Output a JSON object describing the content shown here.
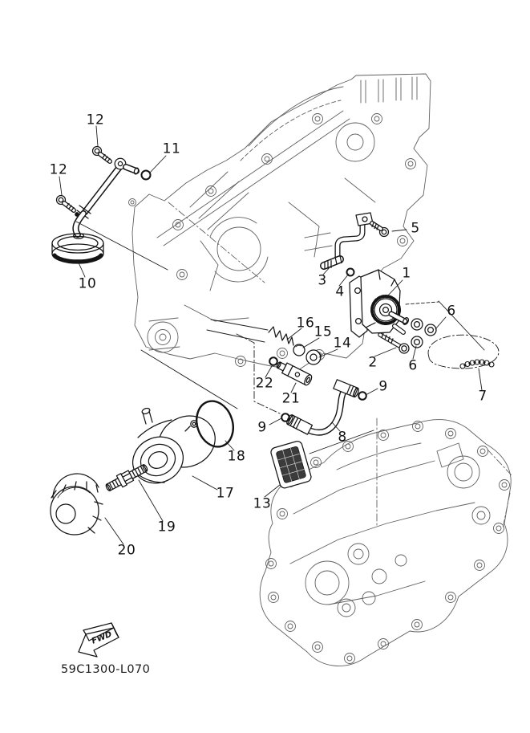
{
  "diagram": {
    "code": "59C1300-L070",
    "fwd_label": "FWD",
    "type": "exploded-parts-diagram",
    "subject": "engine oil pump / oil cooler group"
  },
  "colors": {
    "background": "#ffffff",
    "part_line": "#141414",
    "ghost_line": "#606060",
    "label_text": "#111111",
    "mesh_fill": "#3b3b3b"
  },
  "callouts": [
    {
      "ref": "bolt-strainer-upper",
      "label": "12"
    },
    {
      "ref": "oring-strainer-pipe",
      "label": "11"
    },
    {
      "ref": "bolt-strainer-lower",
      "label": "12"
    },
    {
      "ref": "oil-strainer",
      "label": "10"
    },
    {
      "ref": "stay-bolt",
      "label": "5"
    },
    {
      "ref": "oil-pipe-upper",
      "label": "3"
    },
    {
      "ref": "oring-pipe-upper",
      "label": "4"
    },
    {
      "ref": "oil-pump-assembly",
      "label": "1"
    },
    {
      "ref": "seal-washer-right",
      "label": "6"
    },
    {
      "ref": "relief-spring",
      "label": "16"
    },
    {
      "ref": "relief-ball",
      "label": "15"
    },
    {
      "ref": "valve-seat",
      "label": "14"
    },
    {
      "ref": "pump-bolt",
      "label": "2"
    },
    {
      "ref": "seal-washer-lower",
      "label": "6"
    },
    {
      "ref": "oring-valve",
      "label": "22"
    },
    {
      "ref": "relief-valve-body",
      "label": "21"
    },
    {
      "ref": "oring-pipe8-upper",
      "label": "9"
    },
    {
      "ref": "pump-chain",
      "label": "7"
    },
    {
      "ref": "oring-pipe8-lower",
      "label": "9"
    },
    {
      "ref": "oil-pipe-lower",
      "label": "8"
    },
    {
      "ref": "oring-cooler",
      "label": "18"
    },
    {
      "ref": "oil-cooler",
      "label": "17"
    },
    {
      "ref": "strainer-screen",
      "label": "13"
    },
    {
      "ref": "union-bolt",
      "label": "19"
    },
    {
      "ref": "oil-filter",
      "label": "20"
    }
  ]
}
